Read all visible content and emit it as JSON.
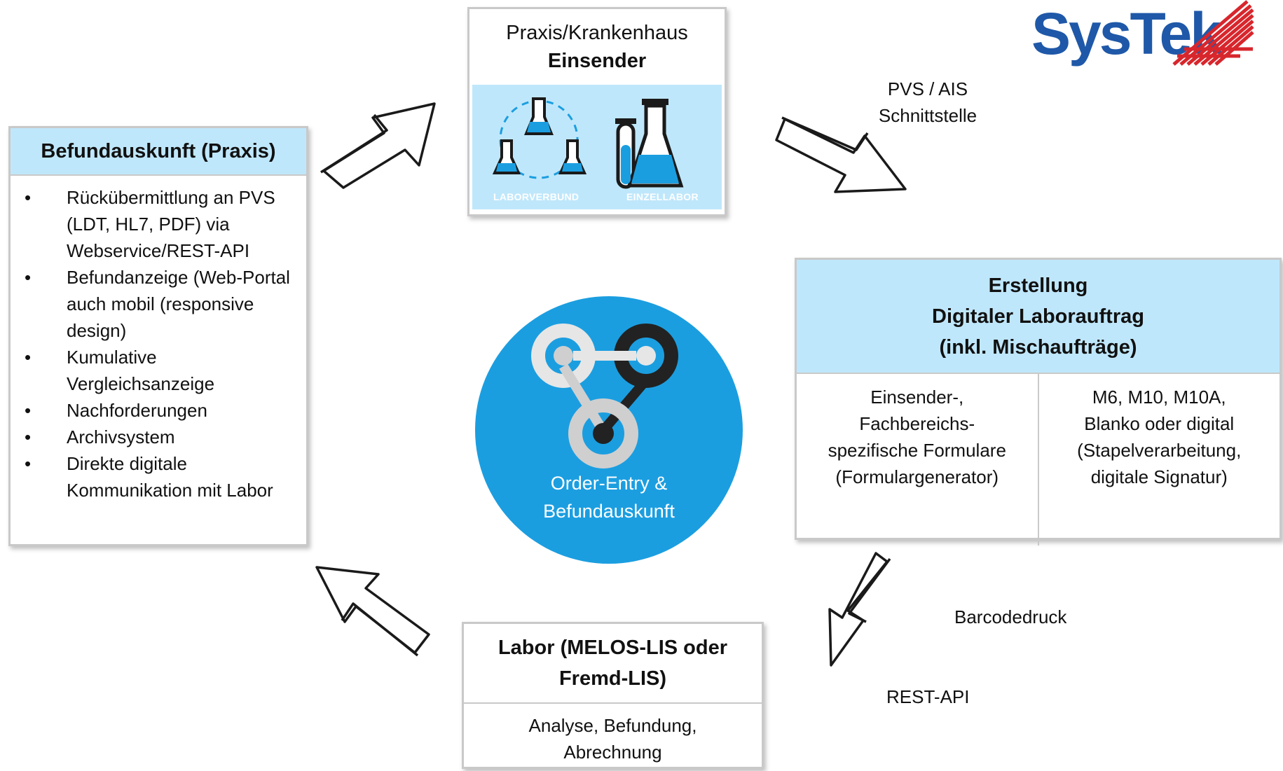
{
  "logo": {
    "text": "SysTek",
    "color": "#1f58a8",
    "stripe_color": "#d7262c"
  },
  "top_box": {
    "line1": "Praxis/Krankenhaus",
    "line2": "Einsender",
    "caption_left": "LABORVERBUND",
    "caption_right": "EINZELLABOR"
  },
  "left_box": {
    "title": "Befundauskunft (Praxis)",
    "bullet": "•",
    "items": [
      "Rückübermittlung an PVS (LDT, HL7, PDF) via Webservice/REST-API",
      "Befundanzeige (Web-Portal auch mobil (responsive design)",
      "Kumulative Vergleichsanzeige",
      "Nachforderungen",
      "Archivsystem",
      "Direkte digitale Kommunikation mit Labor"
    ]
  },
  "right_box": {
    "title_lines": [
      "Erstellung",
      "Digitaler Laborauftrag",
      "(inkl. Mischaufträge)"
    ],
    "col_left": [
      "Einsender-,",
      "Fachbereichs-",
      "spezifische Formulare",
      "(Formulargenerator)"
    ],
    "col_right": [
      "M6, M10, M10A,",
      "Blanko oder digital",
      "(Stapelverarbeitung,",
      "digitale Signatur)"
    ]
  },
  "bottom_box": {
    "title_lines": [
      "Labor (MELOS-LIS oder",
      "Fremd-LIS)"
    ],
    "body_lines": [
      "Analyse, Befundung,",
      "Abrechnung"
    ]
  },
  "center": {
    "caption_lines": [
      "Order-Entry &",
      "Befundauskunft"
    ],
    "color": "#1b9ee0"
  },
  "labels": {
    "pvs": [
      "PVS / AIS",
      "Schnittstelle"
    ],
    "barcode": "Barcodedruck",
    "restapi": "REST-API"
  },
  "colors": {
    "header_fill": "#bfe7fb",
    "box_border": "#c9c9c9",
    "flask_blue": "#1b9ee0",
    "dark": "#1a1a1a"
  }
}
